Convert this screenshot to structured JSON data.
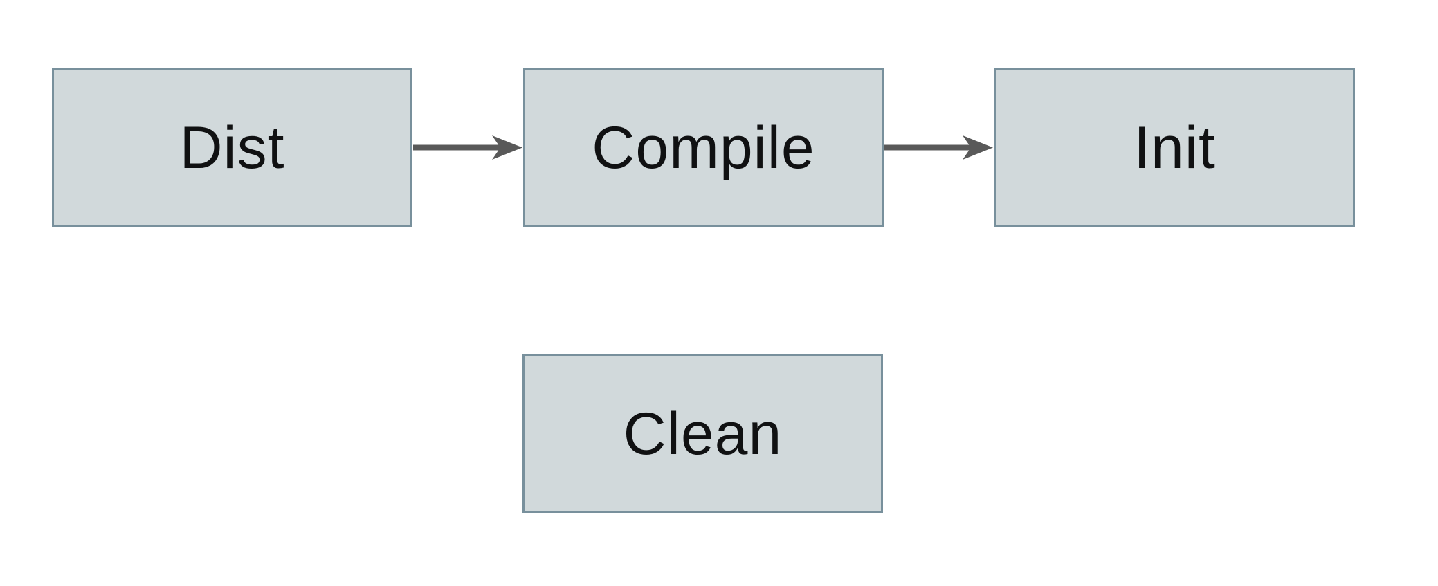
{
  "diagram": {
    "type": "flowchart",
    "nodes": [
      {
        "id": "dist",
        "label": "Dist"
      },
      {
        "id": "compile",
        "label": "Compile"
      },
      {
        "id": "init",
        "label": "Init"
      },
      {
        "id": "clean",
        "label": "Clean"
      }
    ],
    "edges": [
      {
        "from": "dist",
        "to": "compile",
        "direction": "right"
      },
      {
        "from": "compile",
        "to": "init",
        "direction": "right"
      }
    ],
    "colors": {
      "background": "#ffffff",
      "node_fill": "#d1d9db",
      "node_border": "#78909c",
      "arrow": "#595959",
      "text": "#101112"
    }
  }
}
